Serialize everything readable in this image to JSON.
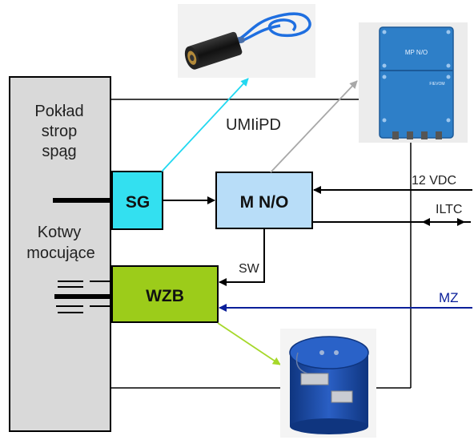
{
  "diagram": {
    "seam_label_line1": "Pokład",
    "seam_label_line2": "strop",
    "seam_label_line3": "spąg",
    "anchor_label_line1": "Kotwy",
    "anchor_label_line2": "mocujące",
    "sg": "SG",
    "mno": "M N/O",
    "wzb": "WZB",
    "umiipd": "UMIiPD",
    "sw": "SW",
    "vdc": "12 VDC",
    "iltc": "ILTC",
    "mz": "MZ",
    "module_label_top": "MP N/O",
    "module_label_bottom": "FIEVOM"
  },
  "colors": {
    "sg_fill": "#33e0f0",
    "mno_fill": "#b8ddf8",
    "wzb_fill": "#9ccc1a",
    "wall_fill": "#d9d9d9",
    "cyan_arrow": "#22d8f0",
    "gray_arrow": "#a8a8a8",
    "green_arrow": "#a6d82a",
    "mz_arrow": "#0a1f9a",
    "device_blue": "#2e7fc8",
    "tank_blue": "#1846a8"
  }
}
